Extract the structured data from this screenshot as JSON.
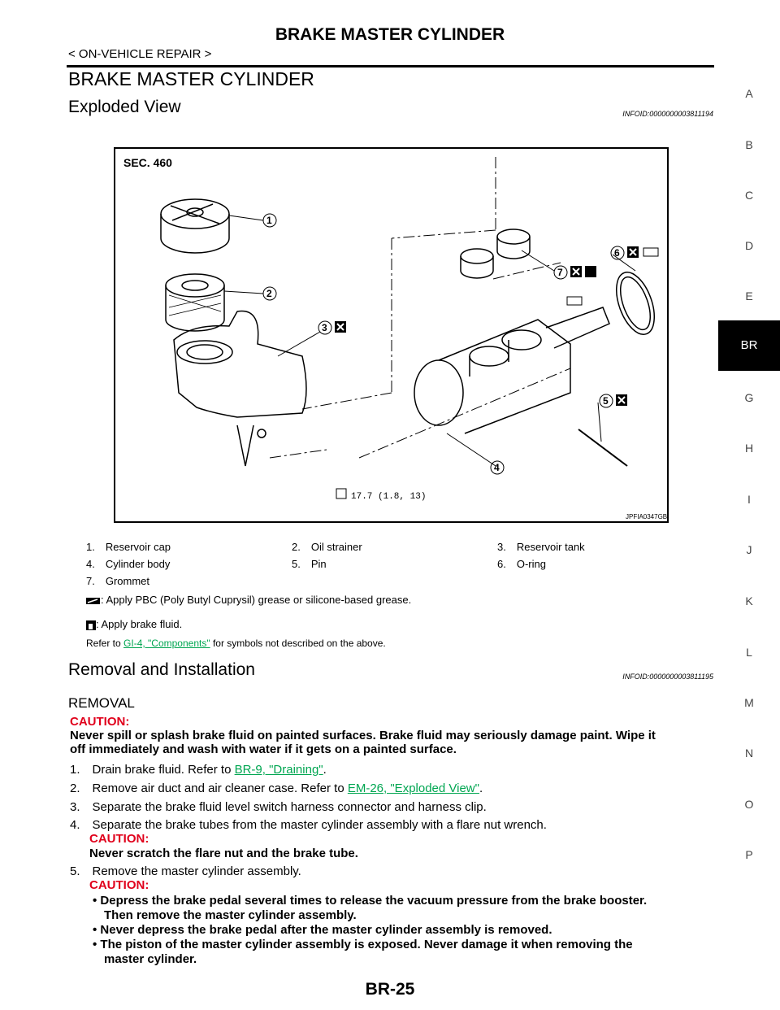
{
  "header": {
    "title": "BRAKE MASTER CYLINDER",
    "subtitle": "< ON-VEHICLE REPAIR >"
  },
  "section_title": "BRAKE MASTER CYLINDER",
  "exploded_view": {
    "heading": "Exploded View",
    "infoid": "INFOID:0000000003811194",
    "diagram": {
      "sec_label": "SEC. 460",
      "torque": "17.7 (1.8, 13)",
      "image_code": "JPFIA0347GB",
      "callouts": [
        "1",
        "2",
        "3",
        "4",
        "5",
        "6",
        "7"
      ]
    },
    "parts": [
      "1. Reservoir cap",
      "2. Oil strainer",
      "3. Reservoir tank",
      "4. Cylinder body",
      "5. Pin",
      "6. O-ring",
      "7. Grommet"
    ],
    "note_grease": ": Apply PBC (Poly Butyl Cuprysil) grease or silicone-based grease.",
    "note_fluid": ": Apply brake fluid.",
    "refer_prefix": "Refer to ",
    "refer_link": "GI-4, \"Components\"",
    "refer_suffix": " for symbols not described on the above."
  },
  "removal": {
    "heading": "Removal and Installation",
    "infoid": "INFOID:0000000003811195",
    "subheading": "REMOVAL",
    "caution_label": "CAUTION:",
    "caution_text_1": "Never spill or splash brake fluid on painted surfaces. Brake fluid may seriously damage paint. Wipe it",
    "caution_text_2": "off immediately and wash with water if it gets on a painted surface.",
    "steps": {
      "s1_text": "1. Drain brake fluid. Refer to ",
      "s1_link": "BR-9, \"Draining\"",
      "s1_end": ".",
      "s2_text": "2. Remove air duct and air cleaner case. Refer to ",
      "s2_link": "EM-26, \"Exploded View\"",
      "s2_end": ".",
      "s3_text": "3. Separate the brake fluid level switch harness connector and harness clip.",
      "s4_text": "4. Separate the brake tubes from the master cylinder assembly with a flare nut wrench.",
      "s4_caution": "CAUTION:",
      "s4_caution_text": "Never scratch the flare nut and the brake tube.",
      "s5_text": "5. Remove the master cylinder assembly.",
      "s5_caution": "CAUTION:",
      "s5_b1a": "• Depress the brake pedal several times to release the vacuum pressure from the brake booster.",
      "s5_b1b": "Then remove the master cylinder assembly.",
      "s5_b2": "• Never depress the brake pedal after the master cylinder assembly is removed.",
      "s5_b3a": "• The piston of the master cylinder assembly is exposed. Never damage it when removing the",
      "s5_b3b": "master cylinder."
    }
  },
  "side_tabs": [
    "A",
    "B",
    "C",
    "D",
    "E",
    "BR",
    "G",
    "H",
    "I",
    "J",
    "K",
    "L",
    "M",
    "N",
    "O",
    "P"
  ],
  "active_tab": "BR",
  "footer": "BR-25"
}
